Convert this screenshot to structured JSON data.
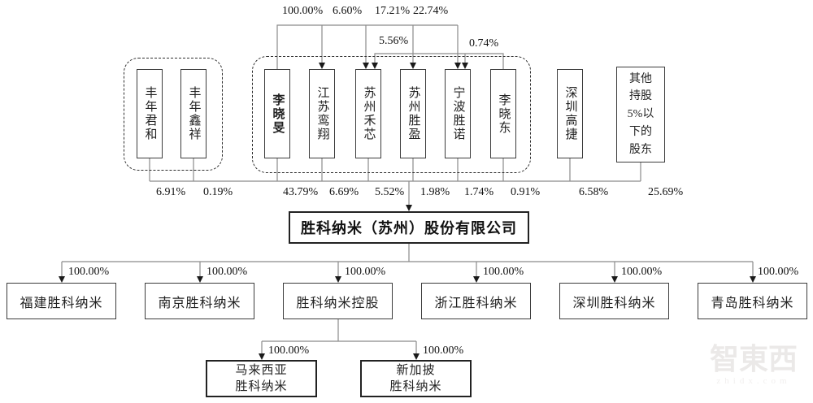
{
  "diagram": {
    "top_percents": [
      "100.00%",
      "6.60%",
      "17.21%",
      "22.74%",
      "5.56%",
      "0.74%"
    ],
    "shareholders": [
      {
        "name": "丰年君和",
        "pct": "6.91%"
      },
      {
        "name": "丰年鑫祥",
        "pct": "0.19%"
      },
      {
        "name": "李晓旻",
        "pct": "43.79%"
      },
      {
        "name": "江苏鸾翔",
        "pct": "6.69%"
      },
      {
        "name": "苏州禾芯",
        "pct": "5.52%"
      },
      {
        "name": "苏州胜盈",
        "pct": "1.98%"
      },
      {
        "name": "宁波胜诺",
        "pct": "1.74%"
      },
      {
        "name": "李晓东",
        "pct": "0.91%"
      },
      {
        "name": "深圳高捷",
        "pct": "6.58%"
      },
      {
        "name": "其他持股5%以下的股东",
        "lines": [
          "其他",
          "持股",
          "5%以",
          "下的",
          "股东"
        ],
        "pct": "25.69%"
      }
    ],
    "company": {
      "name": "胜科纳米（苏州）股份有限公司"
    },
    "subsidiaries": [
      {
        "name": "福建胜科纳米",
        "pct": "100.00%"
      },
      {
        "name": "南京胜科纳米",
        "pct": "100.00%"
      },
      {
        "name": "胜科纳米控股",
        "pct": "100.00%"
      },
      {
        "name": "浙江胜科纳米",
        "pct": "100.00%"
      },
      {
        "name": "深圳胜科纳米",
        "pct": "100.00%"
      },
      {
        "name": "青岛胜科纳米",
        "pct": "100.00%"
      }
    ],
    "sub_subsidiaries": [
      {
        "line1": "马来西亚",
        "line2": "胜科纳米",
        "pct": "100.00%"
      },
      {
        "line1": "新加披",
        "line2": "胜科纳米",
        "pct": "100.00%"
      }
    ],
    "watermark": {
      "text": "智東西",
      "domain": "zhidx.com"
    }
  }
}
